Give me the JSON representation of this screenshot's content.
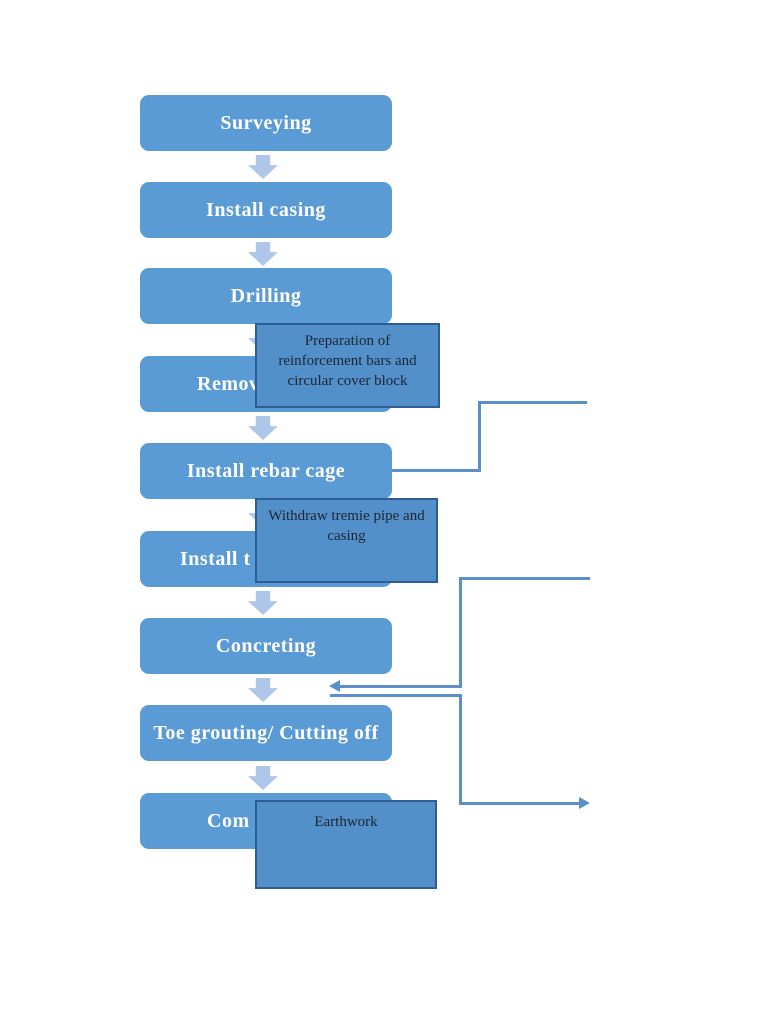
{
  "diagram": {
    "type": "flowchart",
    "steps": [
      {
        "label": "Surveying"
      },
      {
        "label": "Install casing"
      },
      {
        "label": "Drilling"
      },
      {
        "label": "Remov",
        "note": "partially hidden by callout"
      },
      {
        "label": "Install rebar cage"
      },
      {
        "label": "Install t",
        "note": "partially hidden by callout"
      },
      {
        "label": "Concreting"
      },
      {
        "label": "Toe grouting/ Cutting off"
      },
      {
        "label": "Com",
        "note": "partially hidden by callout"
      }
    ],
    "callouts": [
      {
        "label": "Preparation of reinforcement bars and circular cover block"
      },
      {
        "label": "Withdraw tremie pipe and casing"
      },
      {
        "label": "Earthwork"
      }
    ],
    "connectors": [
      {
        "name": "rebar-cage-branch",
        "path": "right of 'Install rebar cage' → right → up → right",
        "arrowhead": "none"
      },
      {
        "name": "return-to-concreting",
        "path": "from right edge → left → down → left",
        "arrowhead": "left"
      },
      {
        "name": "exit-branch",
        "path": "from mid area → right → down → right",
        "arrowhead": "right"
      }
    ],
    "colors": {
      "step_fill": "#5b9bd5",
      "step_text": "#ffffff",
      "down_arrow_fill": "#aec6e8",
      "callout_fill": "#5390c9",
      "callout_border": "#2e5c94",
      "callout_text": "#1c2733",
      "connector_line": "#5b8fc9",
      "page_background": "#ffffff"
    }
  }
}
